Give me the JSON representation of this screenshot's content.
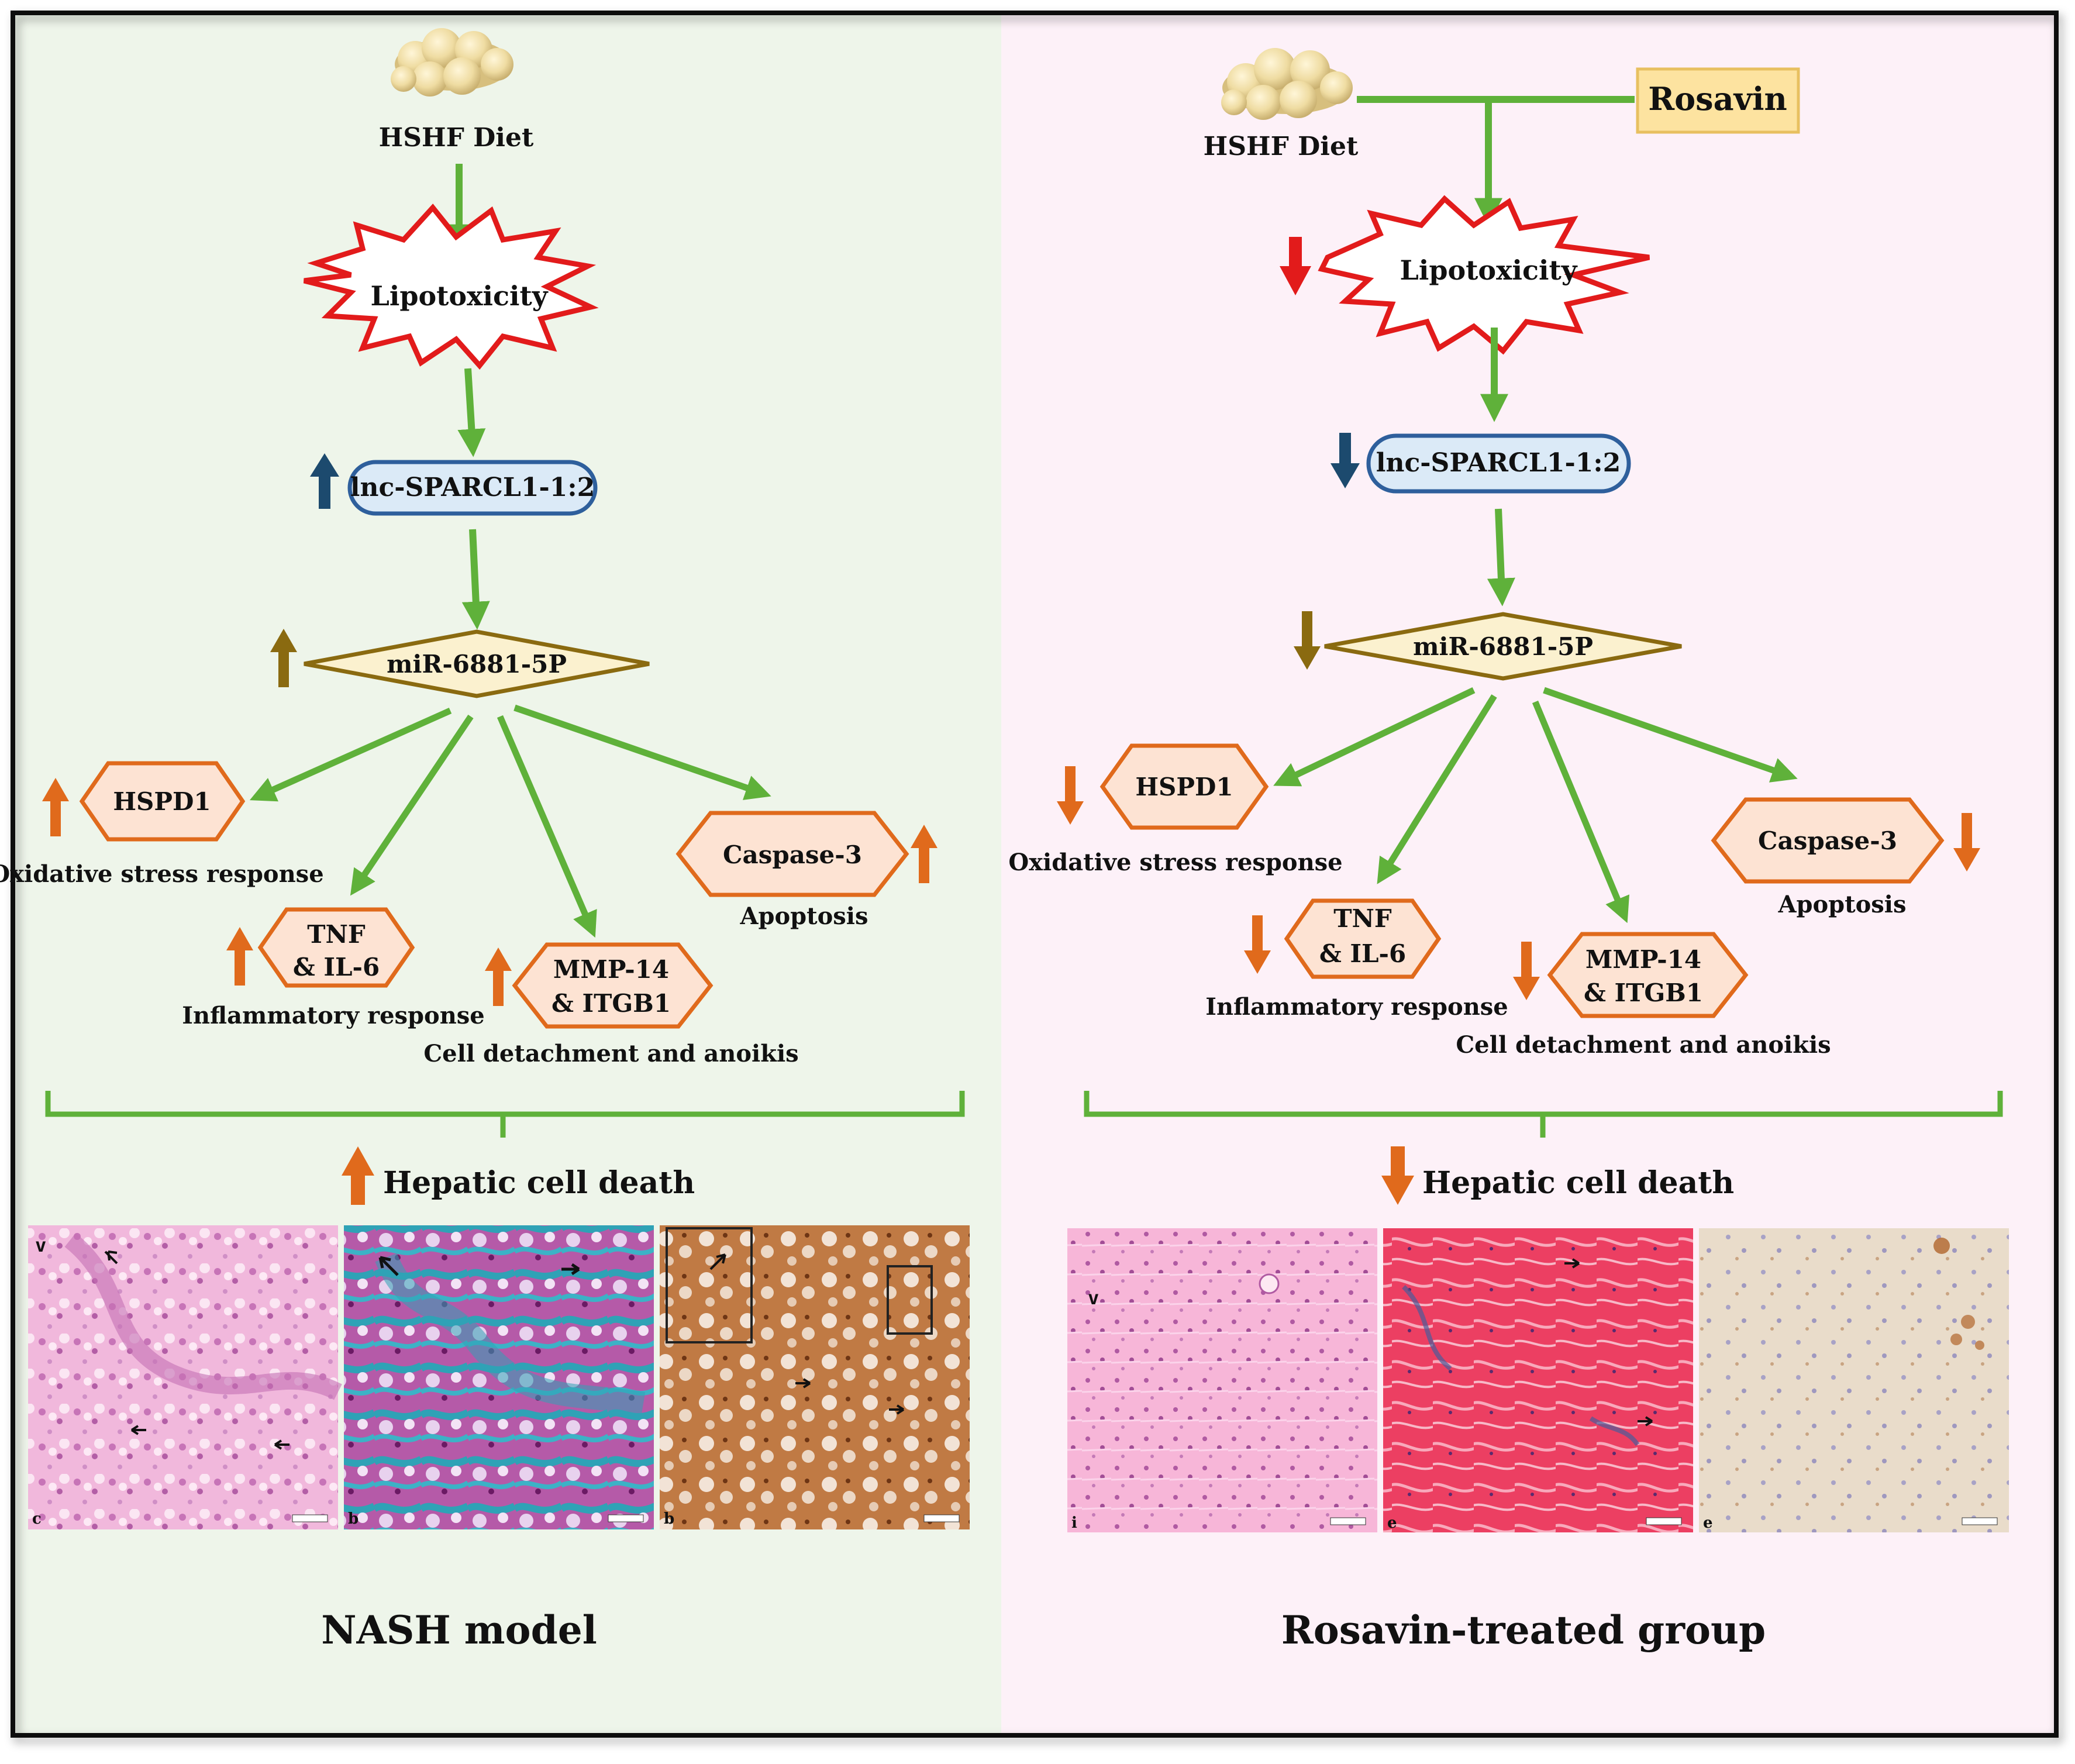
{
  "colors": {
    "left_bg": "#eef5ea",
    "right_bg": "#fdf1f8",
    "arrow_green": "#5fb13a",
    "up_red": "#e21b1b",
    "navy": "#1c4a6e",
    "olive": "#8a6a10",
    "orange": "#e06a1c",
    "lnc_fill": "#dbeaf7",
    "lnc_stroke": "#2e5f9c",
    "mir_fill": "#fbf1cf",
    "mir_stroke": "#8a6a10",
    "hex_fill": "#fde3d3",
    "hex_stroke": "#e06a1c",
    "rosavin_fill": "#fde3a0",
    "rosavin_stroke": "#e8c060"
  },
  "left": {
    "diet_label": "HSHF Diet",
    "lipotoxicity": "Lipotoxicity",
    "lnc": "lnc-SPARCL1-1:2",
    "mir": "miR-6881-5P",
    "hspd1": "HSPD1",
    "oxidative": "Oxidative stress response",
    "tnf_line1": "TNF",
    "tnf_line2": "& IL-6",
    "inflammatory": "Inflammatory response",
    "mmp_line1": "MMP-14",
    "mmp_line2": "& ITGB1",
    "detachment": "Cell detachment and anoikis",
    "caspase": "Caspase-3",
    "apoptosis": "Apoptosis",
    "death": "Hepatic cell death",
    "micro_labels": [
      "c",
      "b",
      "b"
    ],
    "micro_v_label": "v",
    "panel_title": "NASH model"
  },
  "right": {
    "diet_label": "HSHF Diet",
    "rosavin": "Rosavin",
    "lipotoxicity": "Lipotoxicity",
    "lnc": "lnc-SPARCL1-1:2",
    "mir": "miR-6881-5P",
    "hspd1": "HSPD1",
    "oxidative": "Oxidative stress response",
    "tnf_line1": "TNF",
    "tnf_line2": "& IL-6",
    "inflammatory": "Inflammatory response",
    "mmp_line1": "MMP-14",
    "mmp_line2": "& ITGB1",
    "detachment": "Cell detachment and anoikis",
    "caspase": "Caspase-3",
    "apoptosis": "Apoptosis",
    "death": "Hepatic cell death",
    "micro_labels": [
      "i",
      "e",
      "e"
    ],
    "micro_v_label": "v",
    "panel_title": "Rosavin-treated group"
  }
}
